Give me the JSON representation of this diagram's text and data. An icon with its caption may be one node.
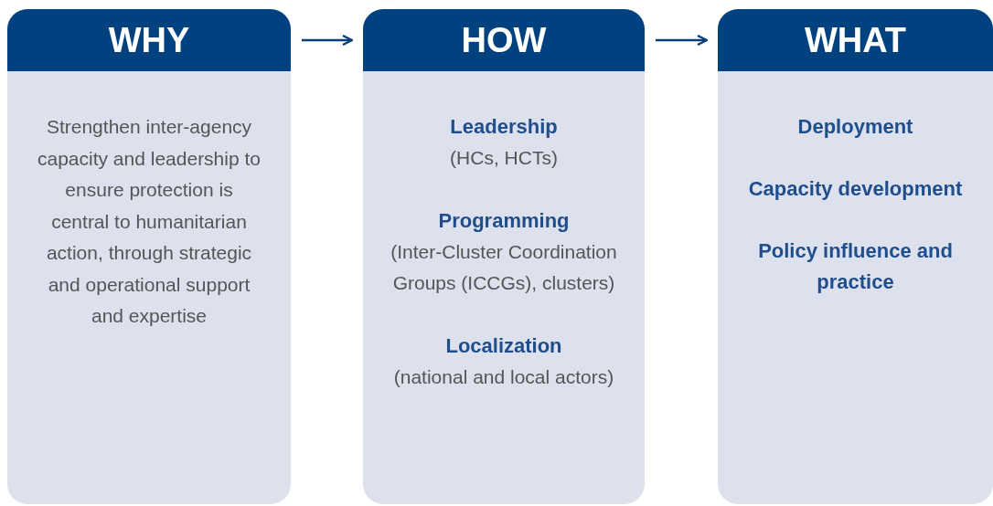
{
  "diagram": {
    "nodes": [
      {
        "text": [
          "WHY",
          "Strengthen inter-agency capacity and leadership to ensure protection is central to humanitarian action, through strategic and operational support and expertise"
        ]
      },
      {
        "text": [
          "HOW",
          "Leadership",
          "(HCs, HCTs)",
          "Programming",
          "(Inter-Cluster Coordination Groups (ICCGs), clusters)",
          "Localization",
          "(national and local actors)"
        ]
      },
      {
        "text": [
          "WHAT",
          "Deployment",
          "Capacity development",
          "Policy influence and practice"
        ]
      }
    ],
    "edges": [
      {
        "from": 0,
        "to": 1,
        "arrow": "to"
      },
      {
        "from": 1,
        "to": 2,
        "arrow": "to"
      }
    ]
  }
}
